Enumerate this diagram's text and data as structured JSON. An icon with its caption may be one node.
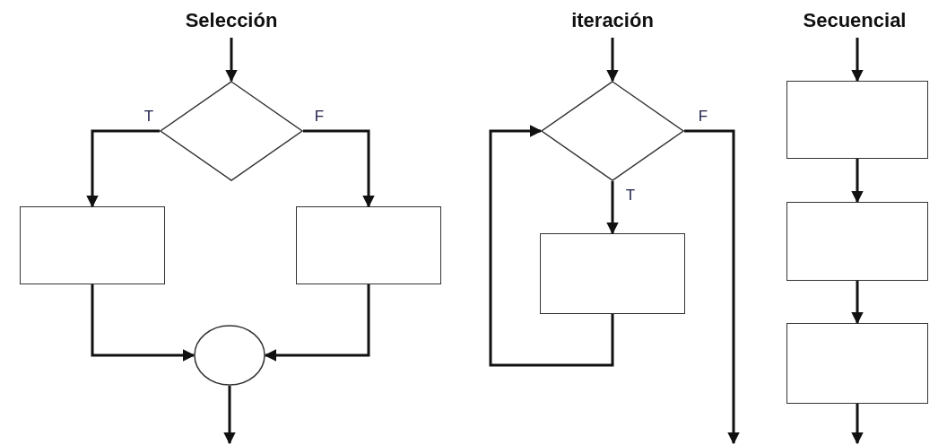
{
  "diagram": {
    "nodes": [
      {
        "text": [],
        "shape": "diamond"
      },
      {
        "text": [],
        "shape": "box"
      },
      {
        "text": [],
        "shape": "box"
      },
      {
        "text": [],
        "shape": "circle"
      },
      {
        "text": [],
        "shape": "diamond"
      },
      {
        "text": [],
        "shape": "box"
      },
      {
        "text": [],
        "shape": "box"
      },
      {
        "text": [],
        "shape": "box"
      },
      {
        "text": [],
        "shape": "box"
      }
    ],
    "edges": [
      {
        "from": 0,
        "to": 1,
        "arrow": "to",
        "label": "T"
      },
      {
        "from": 0,
        "to": 2,
        "arrow": "to",
        "label": "F"
      },
      {
        "from": 1,
        "to": 3,
        "arrow": "to"
      },
      {
        "from": 2,
        "to": 3,
        "arrow": "to"
      },
      {
        "from": null,
        "to": 0,
        "arrow": "to"
      },
      {
        "from": 3,
        "to": null,
        "arrow": "to"
      },
      {
        "from": null,
        "to": 4,
        "arrow": "to"
      },
      {
        "from": 4,
        "to": 5,
        "arrow": "to",
        "label": "T"
      },
      {
        "from": 4,
        "to": null,
        "arrow": "to",
        "label": "F"
      },
      {
        "from": 5,
        "to": 4,
        "arrow": "to"
      },
      {
        "from": null,
        "to": 6,
        "arrow": "to"
      },
      {
        "from": 6,
        "to": 7,
        "arrow": "to"
      },
      {
        "from": 7,
        "to": 8,
        "arrow": "to"
      },
      {
        "from": 8,
        "to": null,
        "arrow": "to"
      }
    ],
    "labels": [
      "Selección",
      "iteración",
      "Secuencial"
    ]
  }
}
